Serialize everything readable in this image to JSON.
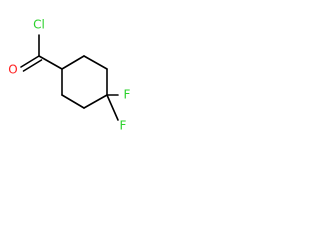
{
  "molecule": {
    "atoms": {
      "chlorine": {
        "label": "Cl",
        "color": "#2bd12b"
      },
      "oxygen": {
        "label": "O",
        "color": "#ff2020"
      },
      "fluorine_upper": {
        "label": "F",
        "color": "#2bd12b"
      },
      "fluorine_lower": {
        "label": "F",
        "color": "#2bd12b"
      }
    }
  }
}
